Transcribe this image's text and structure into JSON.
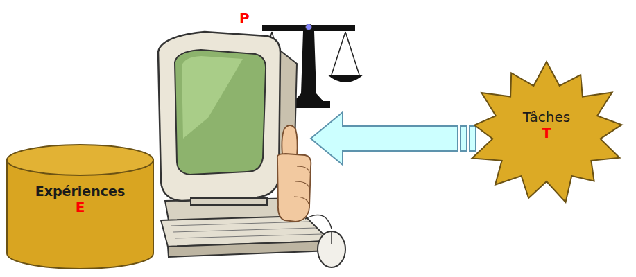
{
  "diagram": {
    "nodes": [
      {
        "text": [
          "Expériences",
          "E"
        ]
      },
      {
        "text": [
          "Tâches",
          "T"
        ]
      }
    ],
    "labels": [
      "P"
    ]
  }
}
